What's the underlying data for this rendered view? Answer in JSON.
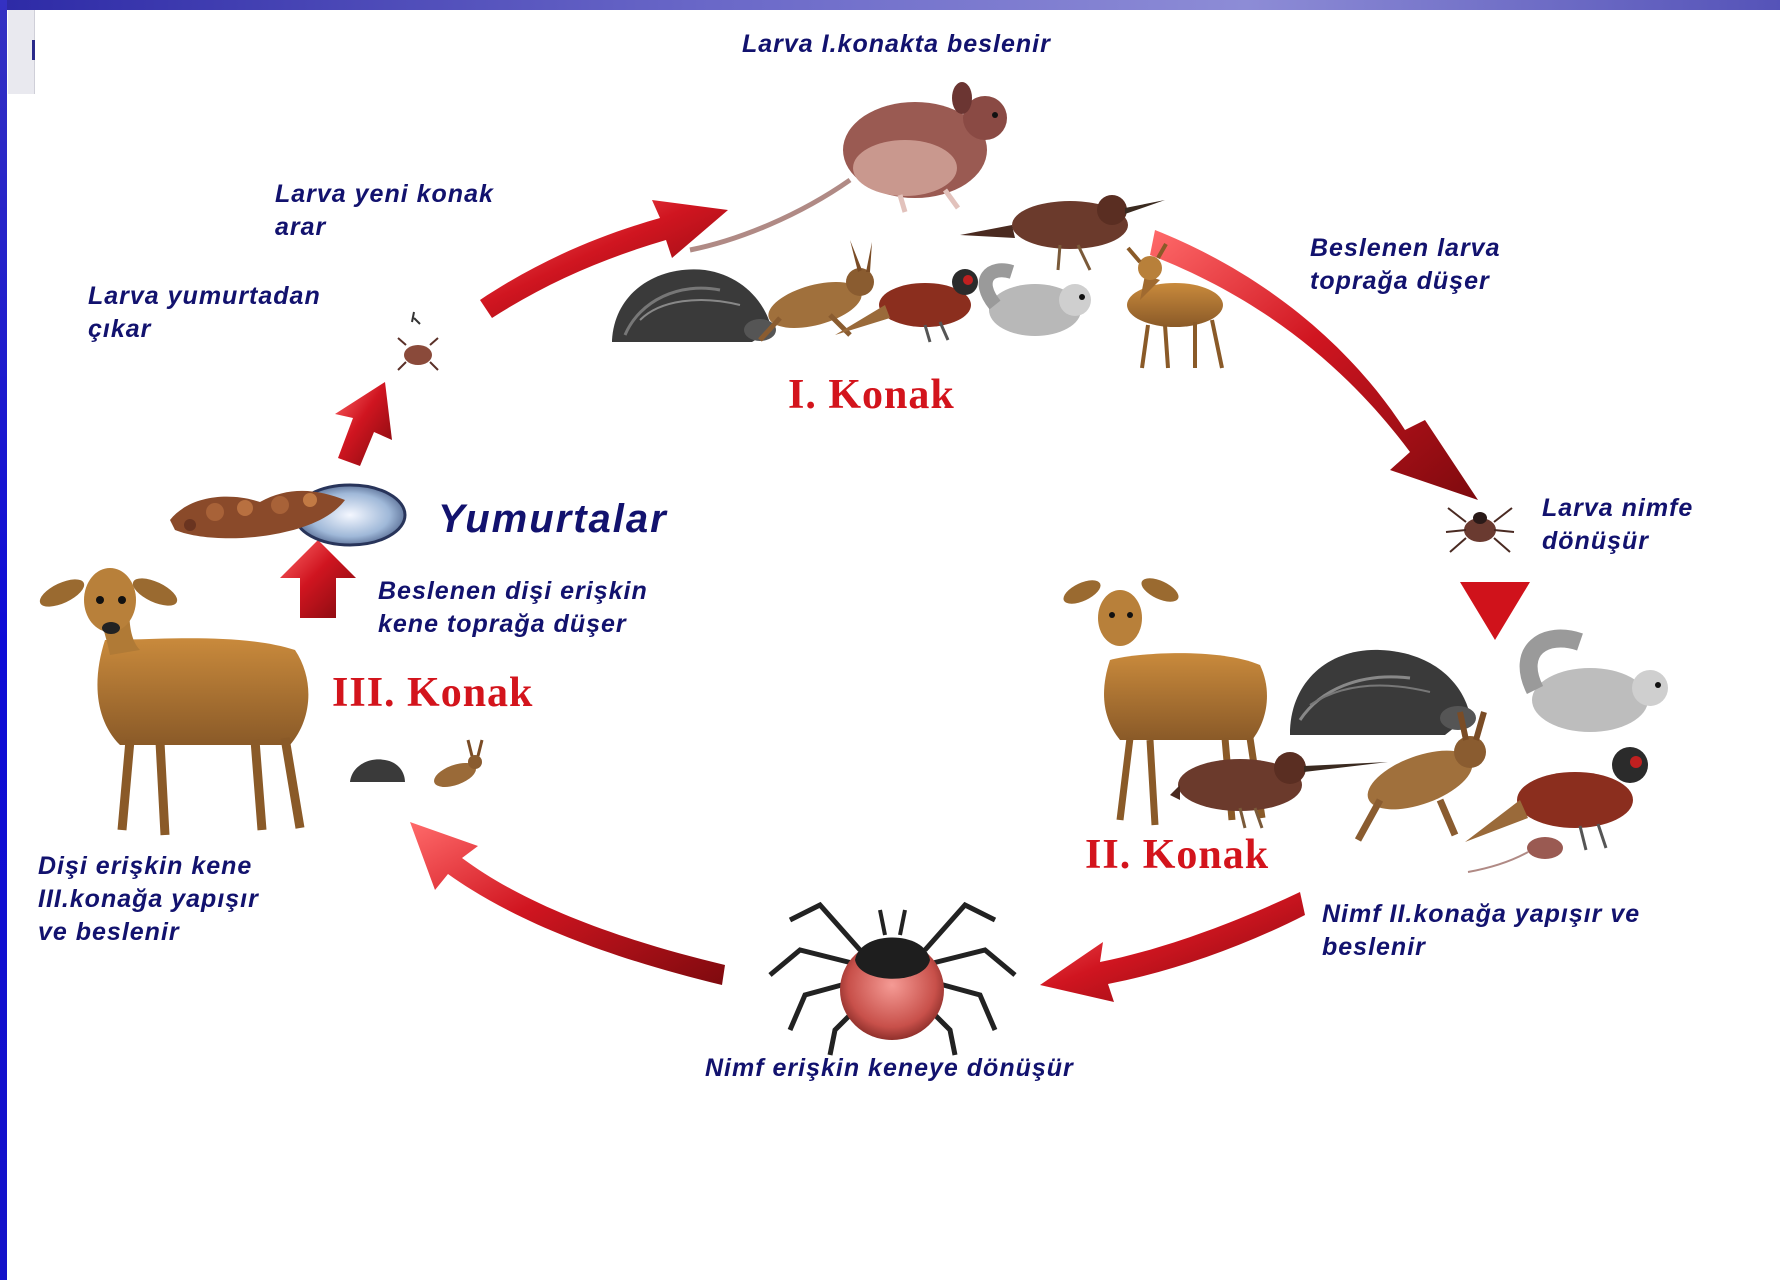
{
  "labels": {
    "larva_feeds_host1": "Larva I.konakta beslenir",
    "larva_finds_new_host": "Larva yeni konak\narar",
    "larva_hatches": "Larva yumurtadan\nçıkar",
    "fed_larva_drops": "Beslenen larva\n toprağa düşer",
    "larva_to_nymph": "Larva nimfe\ndönüşür",
    "eggs": "Yumurtalar",
    "fed_female_drops": "Beslenen dişi erişkin\nkene toprağa düşer",
    "female_on_host3": "Dişi erişkin kene\nIII.konağa yapışır\nve beslenir",
    "nymph_on_host2": "Nimf II.konağa yapışır ve\nbeslenir",
    "nymph_to_adult": "Nimf erişkin keneye dönüşür"
  },
  "stages": {
    "host1": "I. Konak",
    "host2": "II. Konak",
    "host3": "III. Konak"
  },
  "colors": {
    "arrow": "#c8101a",
    "caption_text": "#12126e",
    "stage_text": "#d3141c"
  },
  "icons": [
    "mouse-icon",
    "bird-icon",
    "hedgehog-icon",
    "hare-icon",
    "pheasant-icon",
    "squirrel-icon",
    "deer-icon",
    "tick-icon",
    "egg-mass-icon"
  ]
}
